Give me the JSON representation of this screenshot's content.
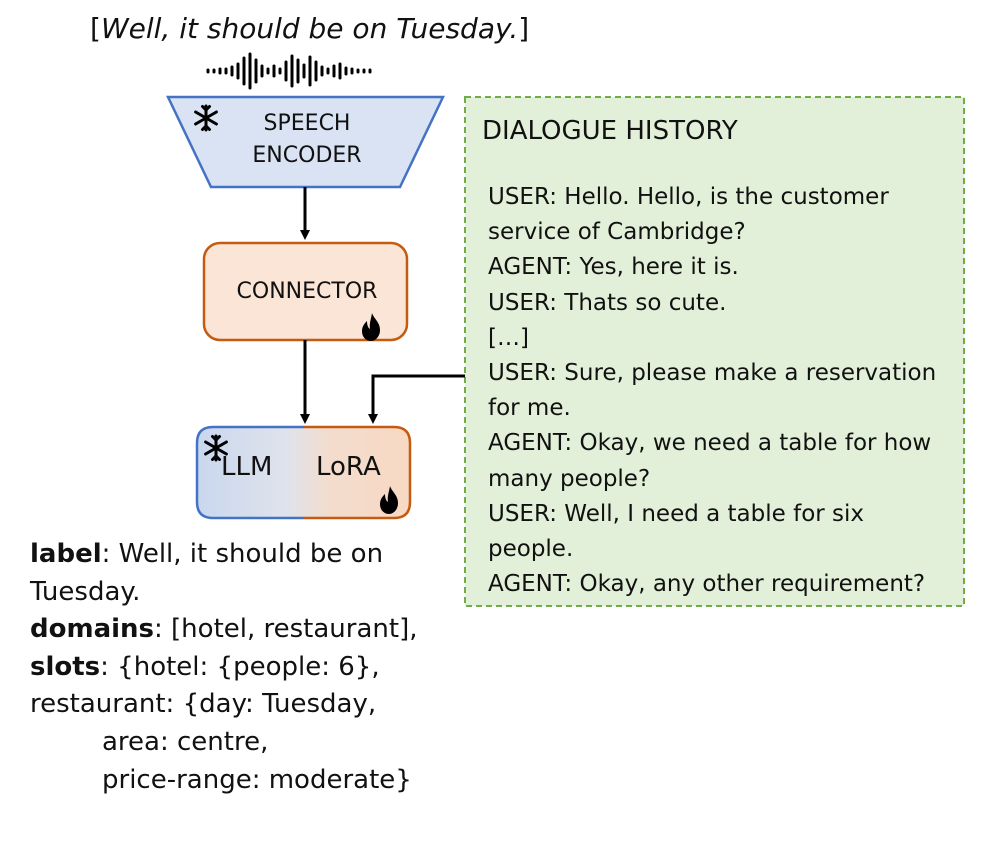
{
  "input_caption": {
    "open": "[",
    "text": "Well, it should be on Tuesday.",
    "close": "]"
  },
  "speech_encoder": {
    "line1": "SPEECH",
    "line2": "ENCODER",
    "frozen_icon": "snowflake-icon",
    "color": "#dae3f3",
    "border": "#4472c4"
  },
  "connector": {
    "label": "CONNECTOR",
    "trainable_icon": "flame-icon",
    "color": "#fbe5d6",
    "border": "#c55a11"
  },
  "llm_block": {
    "llm_label": "LLM",
    "lora_label": "LoRA",
    "frozen_icon": "snowflake-icon",
    "trainable_icon": "flame-icon"
  },
  "dialogue_history": {
    "title": "DIALOGUE HISTORY",
    "color": "#e2f0d9",
    "border": "#70ad47",
    "lines": [
      "USER: Hello. Hello, is the customer",
      "service of Cambridge?",
      "AGENT: Yes, here it is.",
      "USER: Thats so cute.",
      "[…]",
      "USER: Sure, please make a reservation",
      "for me.",
      "AGENT: Okay, we need a table for how",
      "many people?",
      "USER: Well, I need a table for six",
      "people.",
      "AGENT: Okay, any other requirement?"
    ]
  },
  "output": {
    "label_key": "label",
    "label_value": ": Well, it should be on",
    "label_value_cont": "Tuesday.",
    "domains_key": "domains",
    "domains_value": ": [hotel, restaurant],",
    "slots_key": "slots",
    "slots_value": ": {hotel: {people: 6},",
    "slots_line2": "restaurant: {day: Tuesday,",
    "slots_line3": "area: centre,",
    "slots_line4": "price-range: moderate}"
  }
}
